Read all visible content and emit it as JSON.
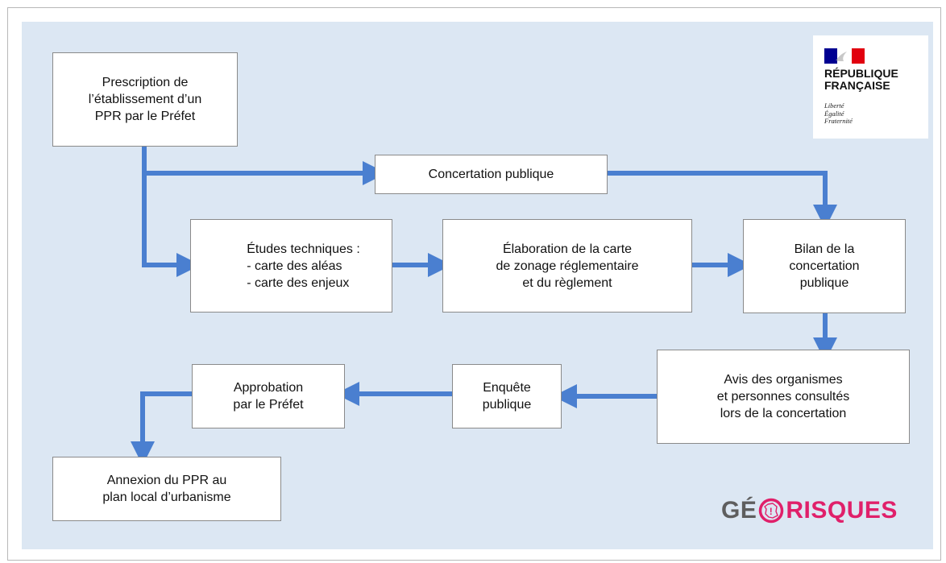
{
  "colors": {
    "panel_background": "#dce7f3",
    "arrow": "#4a7fd0",
    "box_border": "#8a8a8a",
    "geo_gray": "#5e5e5e",
    "geo_pink": "#e0206a",
    "flag_blue": "#000091",
    "flag_red": "#e1000f"
  },
  "steps": {
    "prescription": "Prescription de\nl’établissement d’un\nPPR par le Préfet",
    "concertation": "Concertation publique",
    "etudes": "Études techniques :\n- carte des aléas\n- carte des enjeux",
    "elaboration": "Élaboration de la carte\nde zonage réglementaire\net du règlement",
    "bilan": "Bilan de la\nconcertation\npublique",
    "avis": "Avis des organismes\net personnes consultés\nlors de la concertation",
    "enquete": "Enquête\npublique",
    "approbation": "Approbation\npar le Préfet",
    "annexion": "Annexion du PPR au\nplan local d’urbanisme"
  },
  "logos": {
    "republique": {
      "name": "RÉPUBLIQUE\nFRANÇAISE",
      "motto": "Liberté\nÉgalité\nFraternité",
      "icon": "marianne-flag-icon"
    },
    "georisques": {
      "prefix": "GÉ",
      "suffix": "RISQUES",
      "icon": "france-circle-icon"
    }
  }
}
